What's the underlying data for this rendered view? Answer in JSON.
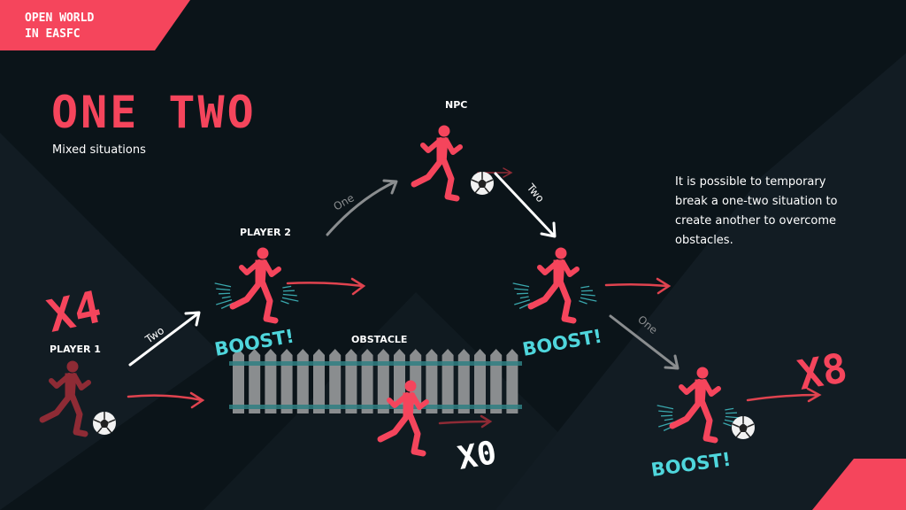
{
  "header": {
    "tag_line1": "OPEN WORLD",
    "tag_line2": "IN EASFC"
  },
  "title": "ONE TWO",
  "subtitle": "Mixed situations",
  "labels": {
    "npc": "NPC",
    "player2": "PLAYER 2",
    "player1": "PLAYER 1",
    "obstacle": "OBSTACLE"
  },
  "arrows": {
    "p1_to_p2": "Two",
    "p2_to_npc": "One",
    "npc_to_runner": "Two",
    "runner_to_final": "One"
  },
  "boosts": [
    "BOOST!",
    "BOOST!",
    "BOOST!"
  ],
  "multipliers": {
    "player1": "X4",
    "obstacle": "X0",
    "final": "X8"
  },
  "note": {
    "line1": "It is possible to temporary",
    "line2": "break a one-two situation to",
    "line3": "create another to overcome",
    "line4": "obstacles."
  },
  "colors": {
    "background": "#0b1419",
    "accent": "#f5455c",
    "boost": "#4fd6dc",
    "fence": "#8a8d8f",
    "rail": "#2f7f82",
    "player1": "#8e2b35"
  }
}
